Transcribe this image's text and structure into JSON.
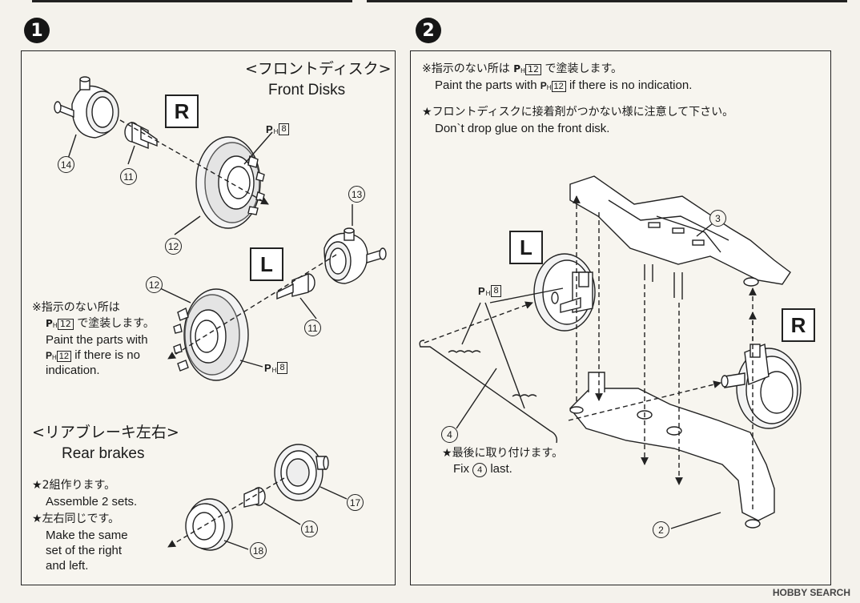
{
  "steps": {
    "step1": {
      "badge": "1"
    },
    "step2": {
      "badge": "2"
    }
  },
  "panel1": {
    "front_title_jp": "<フロントディスク>",
    "front_title_en": "Front Disks",
    "label_r": "R",
    "label_l": "L",
    "ph_top": "8",
    "ph_bottom": "8",
    "parts": {
      "p14": "14",
      "p11a": "11",
      "p12a": "12",
      "p13": "13",
      "p12b": "12",
      "p11b": "11",
      "p17": "17",
      "p11c": "11",
      "p18": "18"
    },
    "note_jp_1": "※指示のない所は",
    "note_jp_2_pre": "",
    "note_ph": "12",
    "note_jp_2_post": " で塗装します。",
    "note_en_1": "Paint the parts with",
    "note_en_2_post": " if there is no",
    "note_en_3": "indication.",
    "rear_title_jp": "<リアブレーキ左右>",
    "rear_title_en": "Rear brakes",
    "rear_note1_jp": "2組作ります。",
    "rear_note1_en": "Assemble 2 sets.",
    "rear_note2_jp": "左右同じです。",
    "rear_note2_en_1": "Make the same",
    "rear_note2_en_2": "set of the right",
    "rear_note2_en_3": "and left."
  },
  "panel2": {
    "note1_jp_pre": "※指示のない所は ",
    "note1_ph": "12",
    "note1_jp_post": " で塗装します。",
    "note1_en_pre": "Paint the parts with ",
    "note1_en_post": " if there is no indication.",
    "note2_jp": "フロントディスクに接着剤がつかない様に注意して下さい。",
    "note2_en": "Don`t drop glue on the front disk.",
    "label_l": "L",
    "label_r": "R",
    "ph_label": "8",
    "parts": {
      "p3": "3",
      "p4": "4",
      "p2": "2"
    },
    "fix_jp": "最後に取り付けます。",
    "fix_en_pre": "Fix ",
    "fix_en_num": "4",
    "fix_en_post": " last."
  },
  "watermark": "HOBBY SEARCH"
}
